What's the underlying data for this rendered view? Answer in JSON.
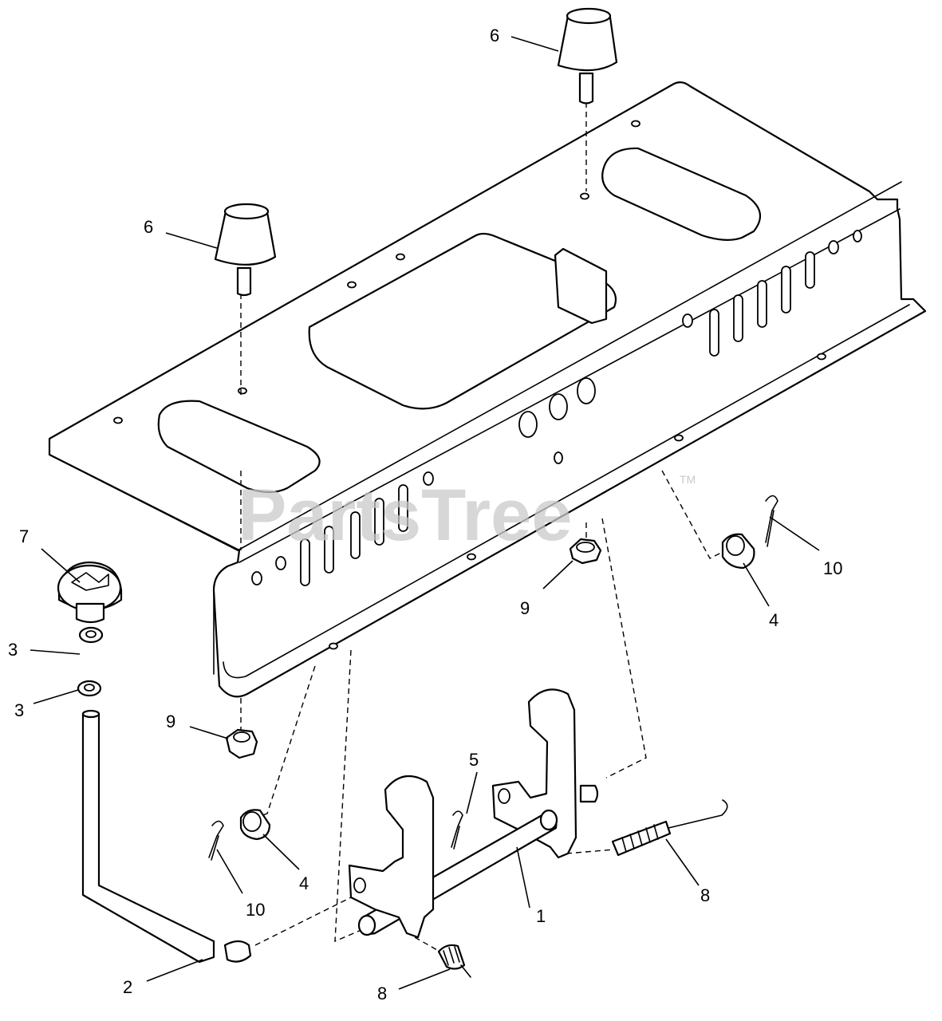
{
  "watermark": {
    "text": "PartsTree",
    "trademark": "TM"
  },
  "callouts": {
    "c1": "1",
    "c2": "2",
    "c3a": "3",
    "c3b": "3",
    "c4a": "4",
    "c4b": "4",
    "c5": "5",
    "c6a": "6",
    "c6b": "6",
    "c7": "7",
    "c8a": "8",
    "c8b": "8",
    "c9a": "9",
    "c9b": "9",
    "c10a": "10",
    "c10b": "10"
  },
  "colors": {
    "line": "#000000",
    "background": "#ffffff",
    "watermark": "#c9c9c9"
  }
}
